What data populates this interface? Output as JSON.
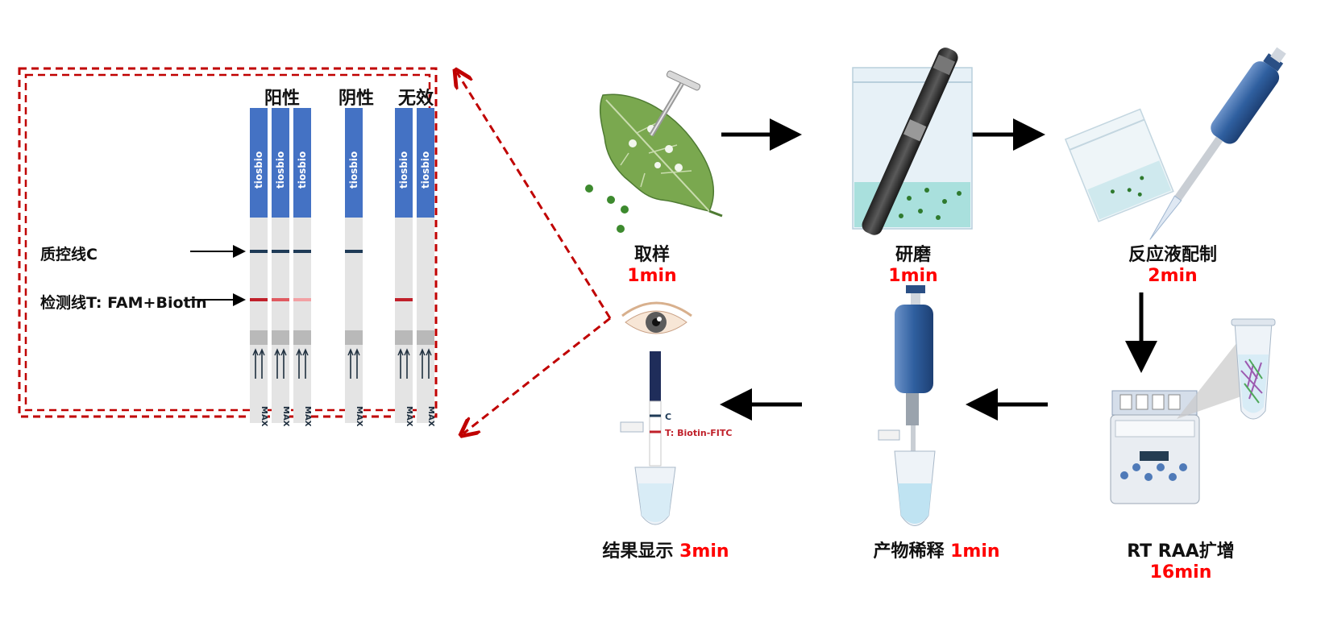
{
  "strip_panel": {
    "headers": {
      "positive": "阳性",
      "negative": "阴性",
      "invalid": "无效"
    },
    "control_line_label": "质控线C",
    "test_line_label": "检测线T: FAM+Biotin",
    "strip_brand": "tiosbio",
    "strip_bottom_text": "MAX",
    "colors": {
      "band_blue": "#4472c4",
      "control_line": "#1f3b57",
      "test_strong": "#c0202a",
      "test_medium": "#e05a60",
      "test_weak": "#f2a1a4",
      "frame_red": "#c00000"
    }
  },
  "steps": {
    "sampling": {
      "name": "取样",
      "time": "1min"
    },
    "grinding": {
      "name": "研磨",
      "time": "1min"
    },
    "mix": {
      "name": "反应液配制",
      "time": "2min"
    },
    "amplify": {
      "name": "RT RAA扩增",
      "time": "16min"
    },
    "dilute": {
      "name": "产物稀释",
      "time": "1min"
    },
    "result": {
      "name": "结果显示",
      "time": "3min"
    }
  },
  "result_strip": {
    "c_label": "C",
    "t_label": "T: Biotin-FITC"
  }
}
